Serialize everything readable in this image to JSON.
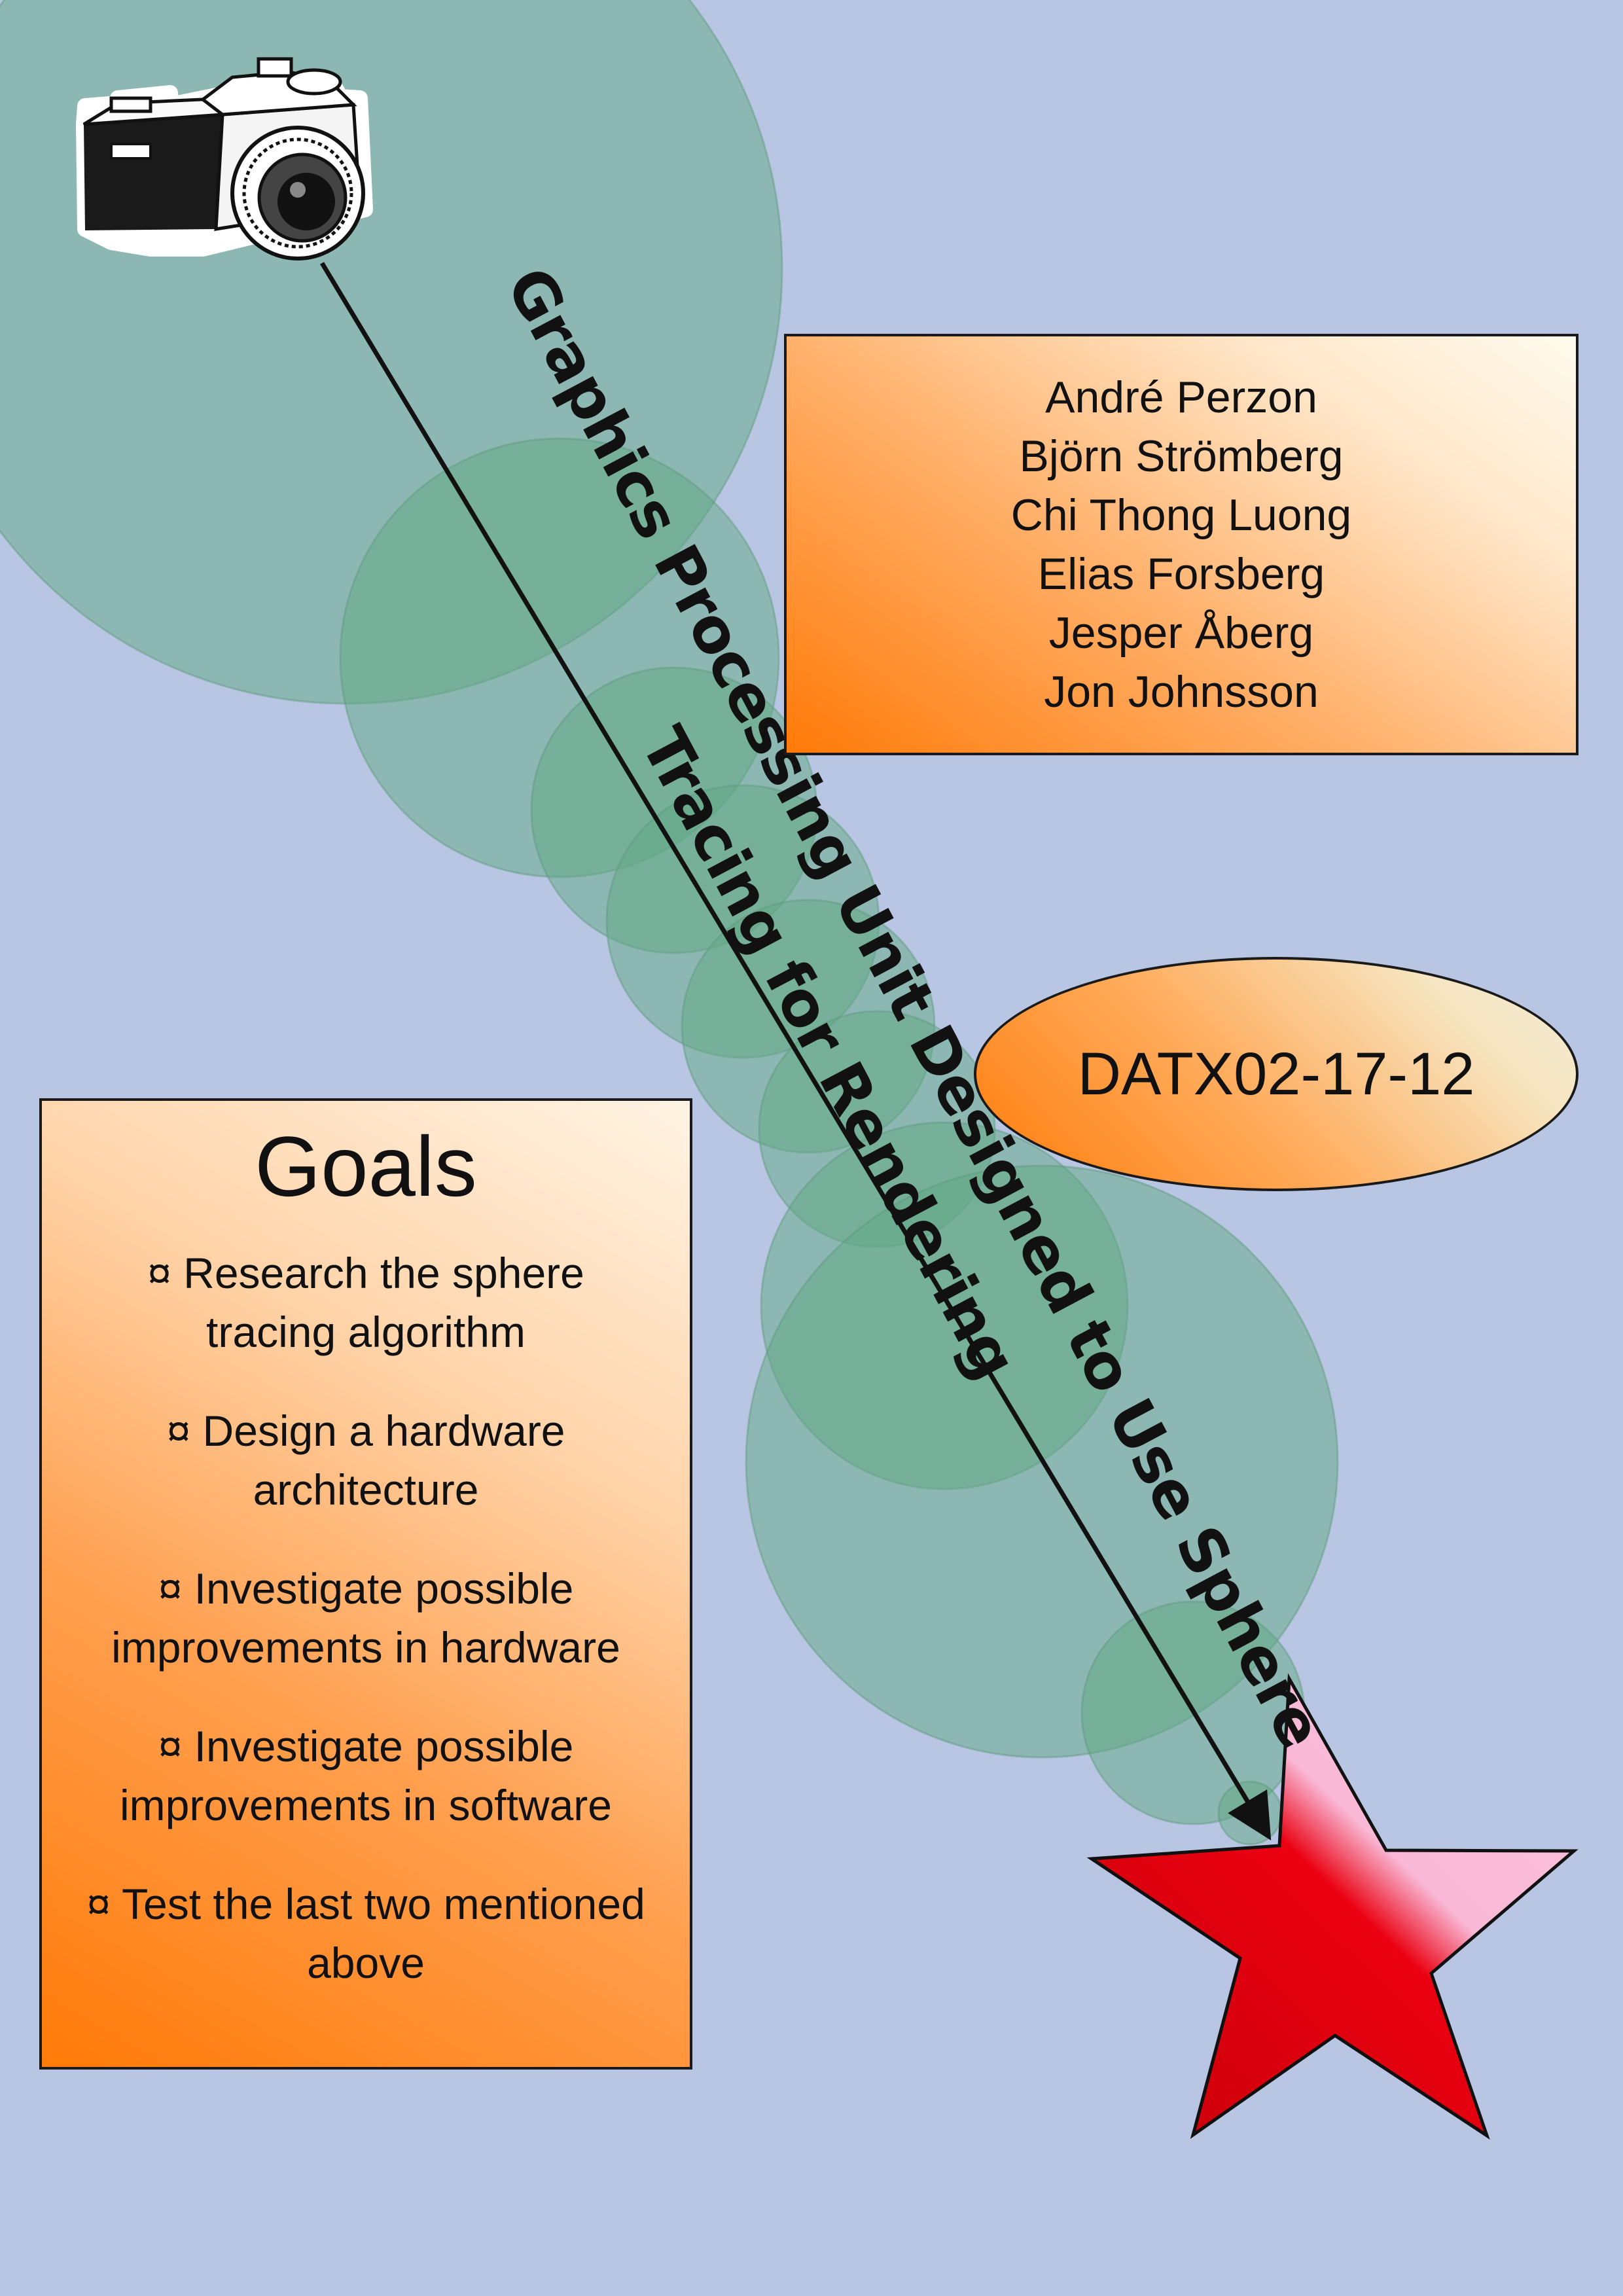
{
  "title": {
    "line1": "Graphics Processing Unit Designed to Use Sphere",
    "line2": "Tracing for Rendering"
  },
  "authors": [
    "André Perzon",
    "Björn Strömberg",
    "Chi Thong Luong",
    "Elias Forsberg",
    "Jesper Åberg",
    "Jon Johnsson"
  ],
  "course_code": "DATX02-17-12",
  "goals": {
    "heading": "Goals",
    "items": [
      "¤ Research the  sphere\ntracing algorithm",
      "¤ Design a hardware\narchitecture",
      "¤ Investigate possible\nimprovements in hardware",
      "¤ Investigate possible\nimprovements in software",
      "¤ Test the last two mentioned\nabove"
    ]
  },
  "icons": [
    "camera-icon",
    "star-icon"
  ],
  "colors": {
    "background": "#b9c6e3",
    "circle_fill": "#5fa882",
    "orange": "#ff7a08",
    "star_red": "#e8000e",
    "star_pink": "#f9b8d6"
  }
}
